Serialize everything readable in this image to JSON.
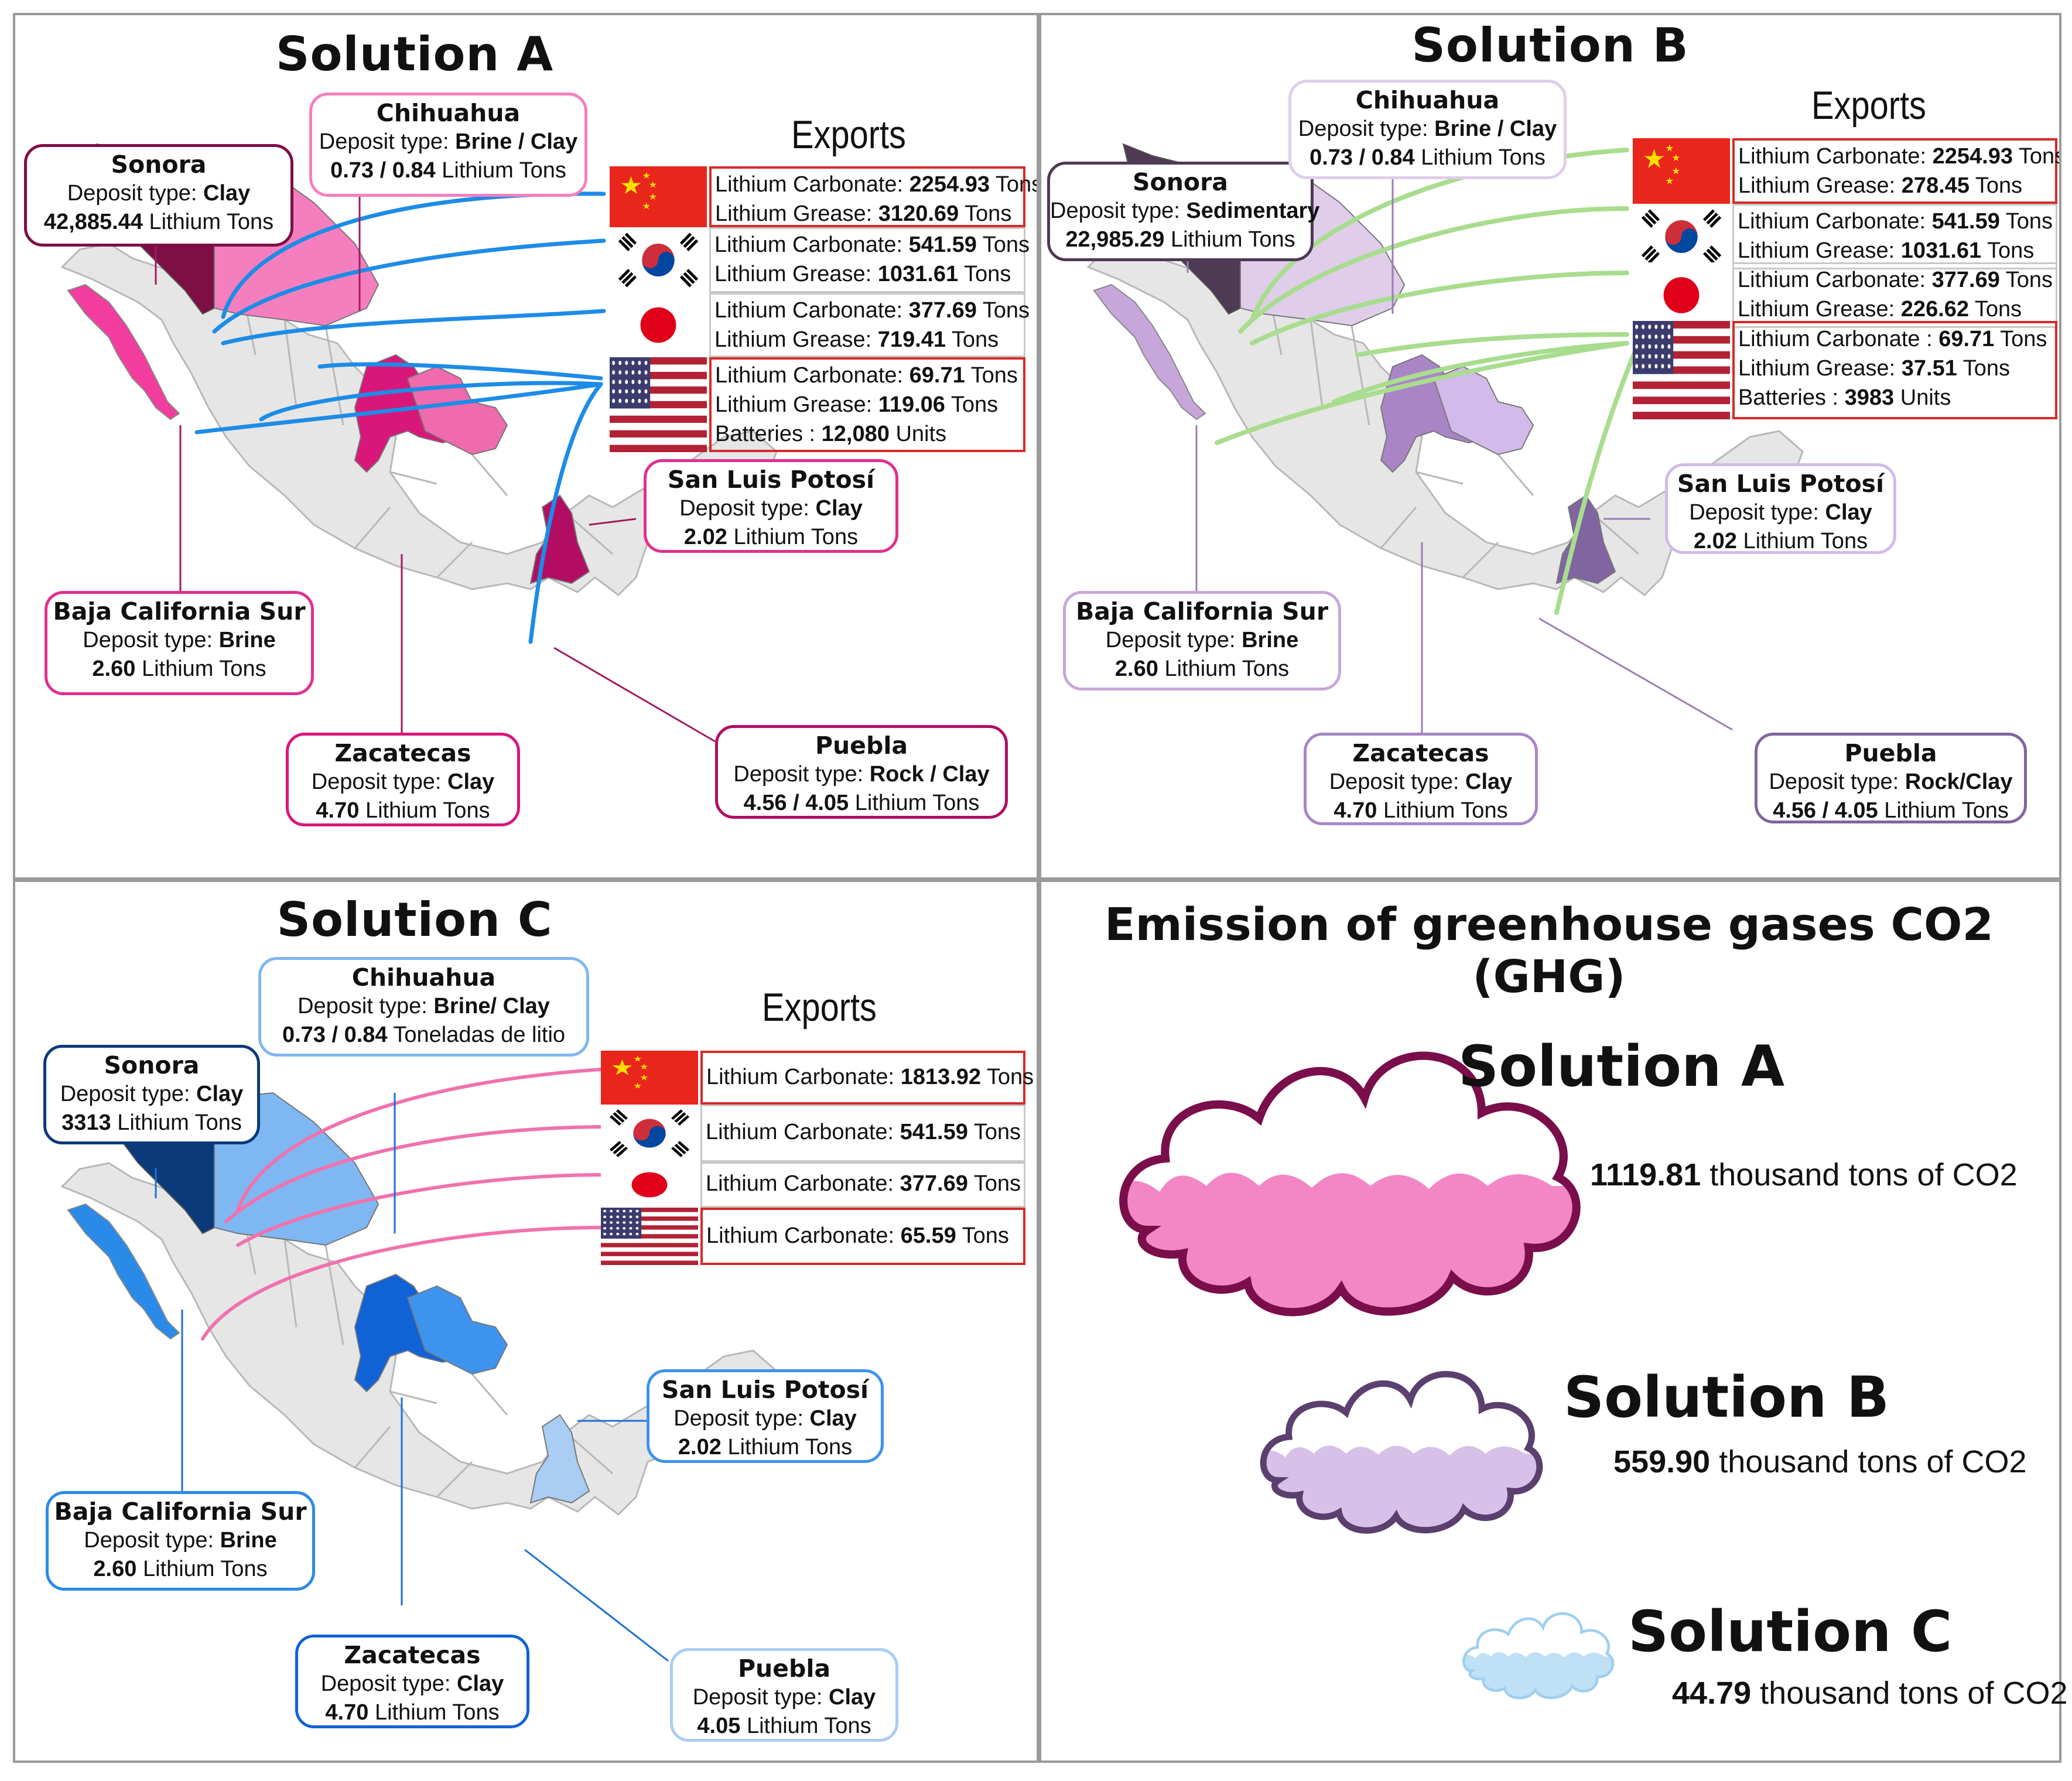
{
  "solution_a": {
    "title": "Solution A",
    "exports_title": "Exports",
    "states": {
      "sonora": {
        "name": "Sonora",
        "deposit_label": "Deposit type: ",
        "deposit": "Clay",
        "amount": "42,885.44",
        "unit": "Lithium Tons"
      },
      "chihuahua": {
        "name": "Chihuahua",
        "deposit_label": "Deposit type: ",
        "deposit": "Brine / Clay",
        "amount": "0.73 / 0.84",
        "unit": "Lithium Tons"
      },
      "baja": {
        "name": "Baja California Sur",
        "deposit_label": "Deposit type: ",
        "deposit": "Brine",
        "amount": "2.60",
        "unit": "Lithium Tons"
      },
      "slp": {
        "name": "San Luis Potosí",
        "deposit_label": "Deposit type: ",
        "deposit": "Clay",
        "amount": "2.02",
        "unit": "Lithium Tons"
      },
      "zacatecas": {
        "name": "Zacatecas",
        "deposit_label": "Deposit type: ",
        "deposit": "Clay",
        "amount": "4.70",
        "unit": "Lithium Tons"
      },
      "puebla": {
        "name": "Puebla",
        "deposit_label": "Deposit type: ",
        "deposit": "Rock / Clay",
        "amount": "4.56 / 4.05",
        "unit": "Lithium Tons"
      }
    },
    "exports": {
      "china": {
        "l1_label": "Lithium Carbonate: ",
        "l1_val": "2254.93",
        "l1_unit": "Tons",
        "l2_label": "Lithium Grease: ",
        "l2_val": "3120.69",
        "l2_unit": "Tons"
      },
      "korea": {
        "l1_label": "Lithium Carbonate: ",
        "l1_val": "541.59",
        "l1_unit": "Tons",
        "l2_label": "Lithium Grease: ",
        "l2_val": "1031.61",
        "l2_unit": "Tons"
      },
      "japan": {
        "l1_label": "Lithium Carbonate: ",
        "l1_val": "377.69",
        "l1_unit": "Tons",
        "l2_label": "Lithium Grease: ",
        "l2_val": "719.41",
        "l2_unit": "Tons"
      },
      "usa": {
        "l1_label": "Lithium Carbonate: ",
        "l1_val": "69.71",
        "l1_unit": "Tons",
        "l2_label": "Lithium Grease: ",
        "l2_val": "119.06",
        "l2_unit": "Tons",
        "l3_label": "Batteries : ",
        "l3_val": "12,080",
        "l3_unit": "Units"
      }
    }
  },
  "solution_b": {
    "title": "Solution B",
    "exports_title": "Exports",
    "states": {
      "sonora": {
        "name": "Sonora",
        "deposit_label": "Deposit type: ",
        "deposit": "Sedimentary",
        "amount": "22,985.29",
        "unit": "Lithium Tons"
      },
      "chihuahua": {
        "name": "Chihuahua",
        "deposit_label": "Deposit type: ",
        "deposit": "Brine / Clay",
        "amount": "0.73 / 0.84",
        "unit": "Lithium Tons"
      },
      "baja": {
        "name": "Baja California Sur",
        "deposit_label": "Deposit type: ",
        "deposit": "Brine",
        "amount": "2.60",
        "unit": "Lithium Tons"
      },
      "slp": {
        "name": "San Luis Potosí",
        "deposit_label": "Deposit type: ",
        "deposit": "Clay",
        "amount": "2.02",
        "unit": "Lithium Tons"
      },
      "zacatecas": {
        "name": "Zacatecas",
        "deposit_label": "Deposit type: ",
        "deposit": "Clay",
        "amount": "4.70",
        "unit": "Lithium Tons"
      },
      "puebla": {
        "name": "Puebla",
        "deposit_label": "Deposit type: ",
        "deposit": "Rock/Clay",
        "amount": "4.56 / 4.05",
        "unit": "Lithium Tons"
      }
    },
    "exports": {
      "china": {
        "l1_label": "Lithium Carbonate: ",
        "l1_val": "2254.93",
        "l1_unit": "Tons",
        "l2_label": "Lithium Grease:  ",
        "l2_val": "278.45",
        "l2_unit": "Tons"
      },
      "korea": {
        "l1_label": "Lithium Carbonate: ",
        "l1_val": "541.59",
        "l1_unit": "Tons",
        "l2_label": "Lithium Grease:  ",
        "l2_val": "1031.61",
        "l2_unit": "Tons"
      },
      "japan": {
        "l1_label": "Lithium Carbonate: ",
        "l1_val": "377.69",
        "l1_unit": "Tons",
        "l2_label": "Lithium Grease:  ",
        "l2_val": "226.62",
        "l2_unit": "Tons"
      },
      "usa": {
        "l1_label": "Lithium Carbonate : ",
        "l1_val": "69.71",
        "l1_unit": "Tons",
        "l2_label": "Lithium Grease:  ",
        "l2_val": "37.51",
        "l2_unit": "Tons",
        "l3_label": "Batteries : ",
        "l3_val": "3983",
        "l3_unit": "Units"
      }
    }
  },
  "solution_c": {
    "title": "Solution C",
    "exports_title": "Exports",
    "states": {
      "sonora": {
        "name": "Sonora",
        "deposit_label": "Deposit type: ",
        "deposit": "Clay",
        "amount": "3313",
        "unit": "Lithium Tons"
      },
      "chihuahua": {
        "name": "Chihuahua",
        "deposit_label": "Deposit type: ",
        "deposit": "Brine/ Clay",
        "amount": "0.73 / 0.84",
        "unit": "Toneladas de litio"
      },
      "baja": {
        "name": "Baja California Sur",
        "deposit_label": "Deposit type: ",
        "deposit": "Brine",
        "amount": "2.60",
        "unit": "Lithium Tons"
      },
      "slp": {
        "name": "San Luis Potosí",
        "deposit_label": "Deposit type: ",
        "deposit": "Clay",
        "amount": "2.02",
        "unit": "Lithium Tons"
      },
      "zacatecas": {
        "name": "Zacatecas",
        "deposit_label": "Deposit type: ",
        "deposit": "Clay",
        "amount": "4.70",
        "unit": "Lithium Tons"
      },
      "puebla": {
        "name": "Puebla",
        "deposit_label": "Deposit type: ",
        "deposit": "Clay",
        "amount": "4.05",
        "unit": "Lithium Tons"
      }
    },
    "exports": {
      "china": {
        "l1_label": "Lithium Carbonate: ",
        "l1_val": "1813.92",
        "l1_unit": "Tons"
      },
      "korea": {
        "l1_label": "Lithium Carbonate: ",
        "l1_val": "541.59",
        "l1_unit": "Tons"
      },
      "japan": {
        "l1_label": "Lithium Carbonate: ",
        "l1_val": "377.69",
        "l1_unit": "Tons"
      },
      "usa": {
        "l1_label": "Lithium Carbonate: ",
        "l1_val": "65.59",
        "l1_unit": "Tons"
      }
    }
  },
  "ghg": {
    "title": "Emission of greenhouse gases CO2 (GHG)",
    "items": [
      {
        "label": "Solution A",
        "value": "1119.81",
        "unit": "thousand tons of CO2"
      },
      {
        "label": "Solution B",
        "value": "559.90",
        "unit": "thousand tons of CO2"
      },
      {
        "label": "Solution C",
        "value": "44.79",
        "unit": "thousand tons of CO2"
      }
    ]
  },
  "colors": {
    "a": {
      "sonora": "#7d0f45",
      "chihuahua": "#f57fbe",
      "baja": "#f23d9e",
      "slp": "#f06aae",
      "zac": "#d9177a",
      "puebla": "#b20d63",
      "border": "#a3185f",
      "lines": "#1d8ce6"
    },
    "b": {
      "sonora": "#4e3a55",
      "chihuahua": "#e0cdea",
      "baja": "#c7a7db",
      "slp": "#d2baea",
      "zac": "#a985c6",
      "puebla": "#8065a0",
      "border": "#9b7cb6",
      "lines": "#a8dd8e"
    },
    "c": {
      "sonora": "#0b3a7a",
      "chihuahua": "#7fb7f2",
      "baja": "#2a8ae8",
      "slp": "#3d93ee",
      "zac": "#1162d6",
      "puebla": "#a9cdf3",
      "border": "#1d6fd6",
      "lines": "#f072ad"
    },
    "map_gray": "#e6e6e6",
    "map_stroke": "#b8b8b8"
  }
}
